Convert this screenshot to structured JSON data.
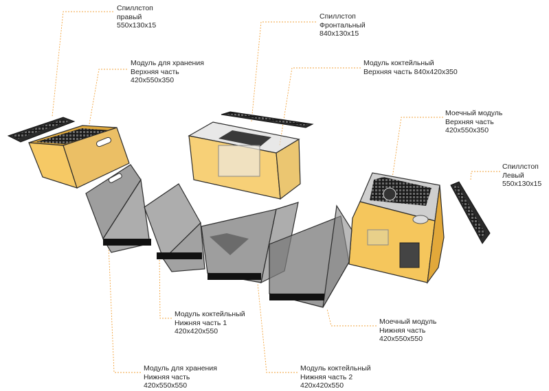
{
  "colors": {
    "leader": "#f2a23a",
    "glass": "#7d7d7d",
    "amber": "#f4c04a",
    "frame": "#2b2b2b",
    "grate": "#1f1f1f"
  },
  "labels": {
    "splash_right": {
      "line1": "Спиллстоп",
      "line2": "правый",
      "line3": "550x130x15"
    },
    "storage_top": {
      "line1": "Модуль для хранения",
      "line2": "Верхняя часть",
      "line3": "420x550x350"
    },
    "splash_front": {
      "line1": "Спиллстоп",
      "line2": "Фронтальный",
      "line3": "840x130x15"
    },
    "cocktail_top": {
      "line1": "Модуль коктейльный",
      "line2": "Верхняя часть 840x420x350"
    },
    "sink_top": {
      "line1": "Моечный модуль",
      "line2": "Верхняя часть",
      "line3": "420x550x350"
    },
    "splash_left": {
      "line1": "Спиллстоп",
      "line2": "Левый",
      "line3": "550x130x15"
    },
    "cocktail_bottom1": {
      "line1": "Модуль коктейльный",
      "line2": "Нижняя часть 1",
      "line3": "420x420x550"
    },
    "sink_bottom": {
      "line1": "Моечный модуль",
      "line2": "Нижняя часть",
      "line3": "420x550x550"
    },
    "storage_bottom": {
      "line1": "Модуль для хранения",
      "line2": "Нижняя часть",
      "line3": "420x550x550"
    },
    "cocktail_bottom2": {
      "line1": "Модуль коктейльный",
      "line2": "Нижняя часть 2",
      "line3": "420x420x550"
    }
  }
}
